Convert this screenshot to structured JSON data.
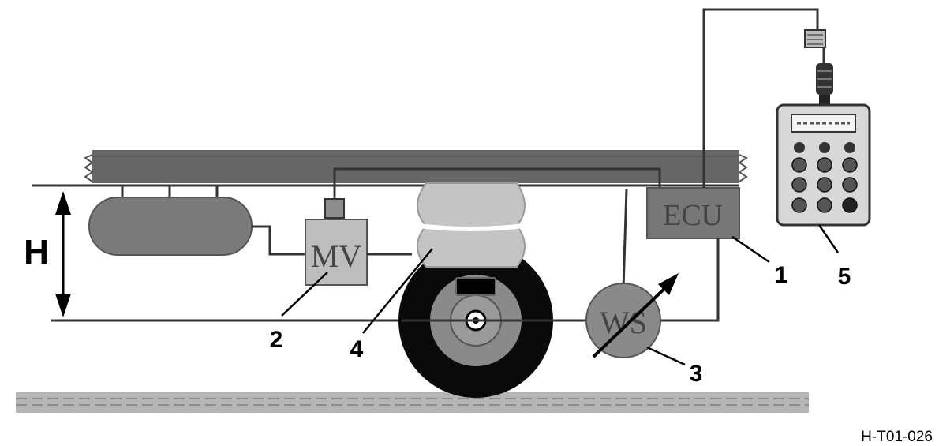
{
  "diagram": {
    "height_label": "H",
    "components": {
      "ecu": "ECU",
      "mv": "MV",
      "ws": "WS"
    },
    "callouts": {
      "ecu": "1",
      "mv": "2",
      "ws": "3",
      "air_spring": "4",
      "diagnostic_tool": "5"
    },
    "reference_code": "H-T01-026"
  },
  "colors": {
    "chassis": "#666666",
    "tank": "#7a7a7a",
    "ecu": "#777777",
    "mv": "#bdbdbd",
    "air_spring": "#c4c4c4",
    "tire": "#0a0a0a",
    "hub": "#8a8a8a",
    "ws": "#8a8a8a",
    "ground": "#b5b5b5",
    "line": "#333333"
  }
}
